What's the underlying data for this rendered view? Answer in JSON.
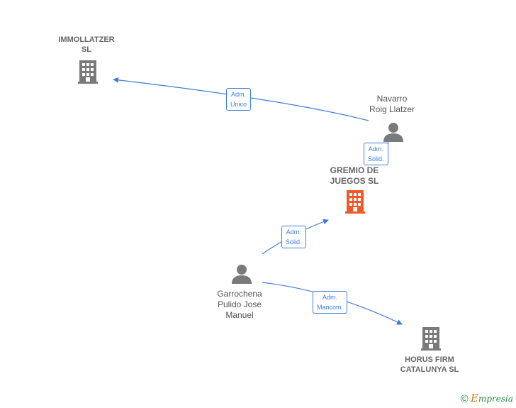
{
  "nodes": {
    "immollatzer": {
      "line1": "IMMOLLATZER",
      "line2": "SL",
      "type": "company"
    },
    "navarro": {
      "line1": "Navarro",
      "line2": "Roig Llatzer",
      "type": "person"
    },
    "gremio": {
      "line1": "GREMIO DE",
      "line2": "JUEGOS  SL",
      "type": "company-highlight"
    },
    "garrochena": {
      "line1": "Garrochena",
      "line2": "Pulido Jose",
      "line3": "Manuel",
      "type": "person"
    },
    "horus": {
      "line1": "HORUS FIRM",
      "line2": "CATALUNYA  SL",
      "type": "company"
    }
  },
  "edges": {
    "e1": {
      "line1": "Adm.",
      "line2": "Unico"
    },
    "e2": {
      "line1": "Adm.",
      "line2": "Solid."
    },
    "e3": {
      "line1": "Adm.",
      "line2": "Solid."
    },
    "e4": {
      "line1": "Adm.",
      "line2": "Mancom."
    }
  },
  "colors": {
    "edge": "#3b7dd8",
    "company": "#7a7a7a",
    "highlight": "#f05a28",
    "person": "#7a7a7a"
  },
  "brand": {
    "copyright": "©",
    "name_initial": "E",
    "name_rest": "mpresia"
  }
}
